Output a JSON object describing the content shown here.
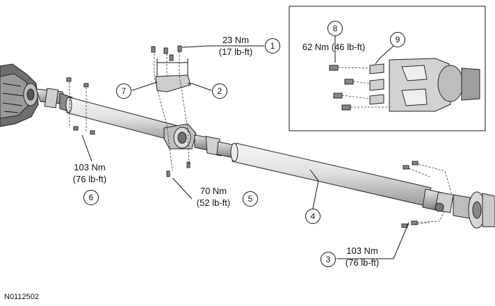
{
  "figure_id": "N0112502",
  "callouts": [
    {
      "number": "1",
      "torque_nm": "23 Nm",
      "torque_lbft": "(17 lb-ft)"
    },
    {
      "number": "2"
    },
    {
      "number": "3",
      "torque_nm": "103 Nm",
      "torque_lbft": "(76 lb-ft)"
    },
    {
      "number": "4"
    },
    {
      "number": "5",
      "torque_nm": "70 Nm",
      "torque_lbft": "(52 lb-ft)"
    },
    {
      "number": "6",
      "torque_nm": "103 Nm",
      "torque_lbft": "(76 lb-ft)"
    },
    {
      "number": "7"
    },
    {
      "number": "8",
      "torque_nm_lbft": "62 Nm (46 lb-ft)"
    },
    {
      "number": "9"
    }
  ]
}
